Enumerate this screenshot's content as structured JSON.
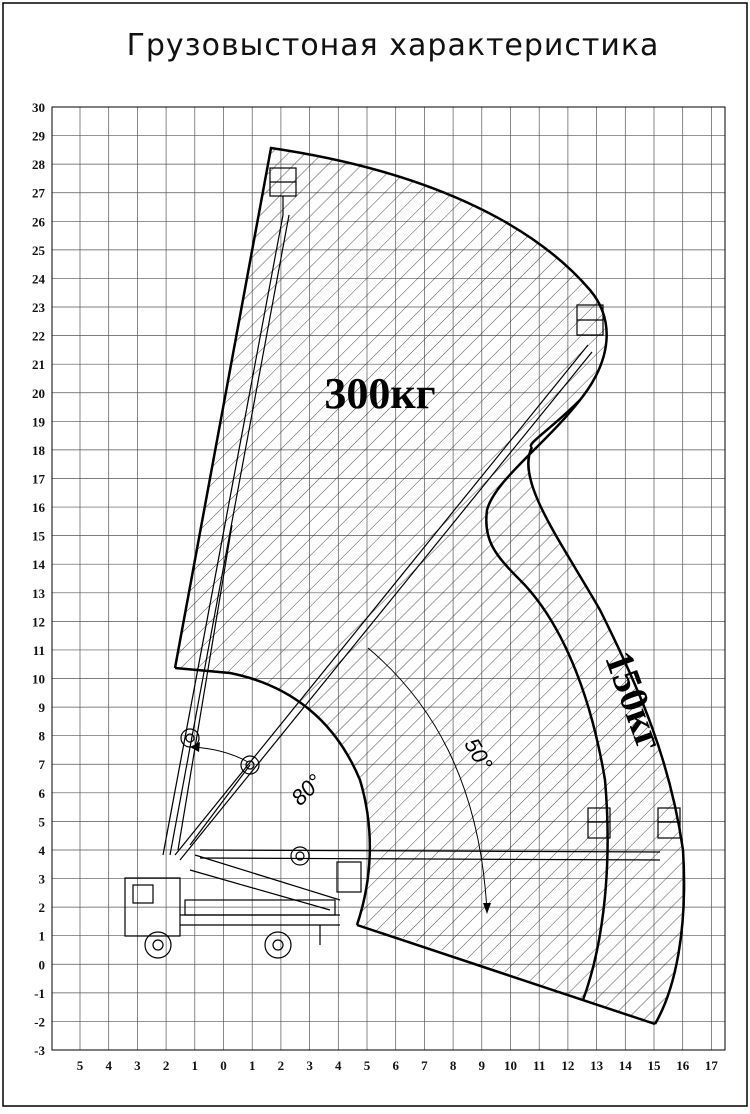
{
  "title": "Грузовыстоная характеристика",
  "y_ticks": [
    "30",
    "29",
    "28",
    "27",
    "26",
    "25",
    "24",
    "23",
    "22",
    "21",
    "20",
    "19",
    "18",
    "17",
    "16",
    "15",
    "14",
    "13",
    "12",
    "11",
    "10",
    "9",
    "8",
    "7",
    "6",
    "5",
    "4",
    "3",
    "2",
    "1",
    "0",
    "-1",
    "-2",
    "-3"
  ],
  "x_ticks": [
    "5",
    "4",
    "3",
    "2",
    "1",
    "0",
    "1",
    "2",
    "3",
    "4",
    "5",
    "6",
    "7",
    "8",
    "9",
    "10",
    "11",
    "12",
    "13",
    "14",
    "15",
    "16",
    "17"
  ],
  "zones": {
    "zone_300": "300кг",
    "zone_150": "150кг"
  },
  "angles": {
    "angle_80": "80°",
    "angle_50": "50°"
  }
}
